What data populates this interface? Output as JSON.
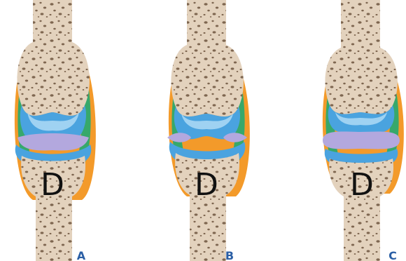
{
  "colors": {
    "capsule_orange": "#f39a2a",
    "synovial_green": "#37a86b",
    "cartilage_blue": "#4aa3df",
    "cartilage_light": "#9fd2f2",
    "meniscus_lavender": "#b3a8de",
    "bone_fill": "#e3d2bd",
    "bone_pore": "#7e6650",
    "panel_letter": "#2b5fa5"
  },
  "joints": [
    {
      "id": "A",
      "bone_label": "D",
      "panel_label": "A"
    },
    {
      "id": "B",
      "bone_label": "D",
      "panel_label": "B"
    },
    {
      "id": "C",
      "bone_label": "D",
      "panel_label": "C"
    }
  ]
}
